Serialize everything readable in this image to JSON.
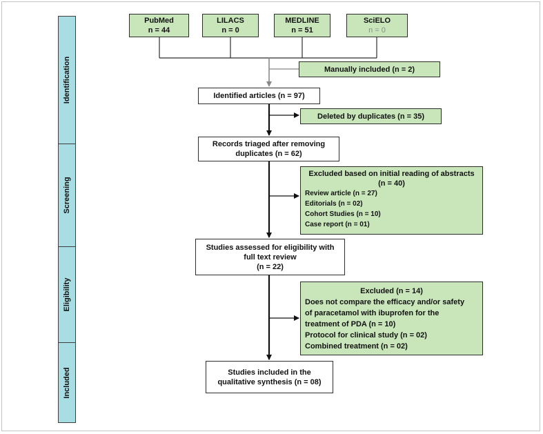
{
  "stages": [
    {
      "label": "Identification"
    },
    {
      "label": "Screening"
    },
    {
      "label": "Eligibility"
    },
    {
      "label": "Included"
    }
  ],
  "sources": [
    {
      "name": "PubMed",
      "count": "n = 44"
    },
    {
      "name": "LILACS",
      "count": "n = 0"
    },
    {
      "name": "MEDLINE",
      "count": "n = 51"
    },
    {
      "name": "SciELO",
      "count": "n = 0"
    }
  ],
  "manually_included": "Manually included (n = 2)",
  "identified": "Identified articles (n = 97)",
  "duplicates": "Deleted by duplicates (n = 35)",
  "triaged": {
    "line1": "Records triaged after removing",
    "line2": "duplicates  (n = 62)"
  },
  "excluded_abstracts": {
    "title_line1": "Excluded based on initial reading of abstracts",
    "title_line2": "(n = 40)",
    "items": [
      "Review article (n = 27)",
      "Editorials (n = 02)",
      "Cohort Studies (n = 10)",
      "Case report  (n = 01)"
    ]
  },
  "assessed": {
    "line1": "Studies assessed for eligibility with",
    "line2": "full text review",
    "line3": "(n = 22)"
  },
  "excluded_fulltext": {
    "title": "Excluded (n = 14)",
    "lines": [
      "Does not compare the efficacy and/or safety",
      "of paracetamol with ibuprofen for the",
      "treatment of PDA (n = 10)",
      "Protocol for clinical study (n = 02)",
      "Combined treatment  (n = 02)"
    ]
  },
  "included": {
    "line1": "Studies included in the",
    "line2": "qualitative synthesis (n = 08)"
  },
  "colors": {
    "green_fill": "#c9e6bb",
    "stage_fill": "#a9dde4",
    "border": "#2b2b2b"
  }
}
